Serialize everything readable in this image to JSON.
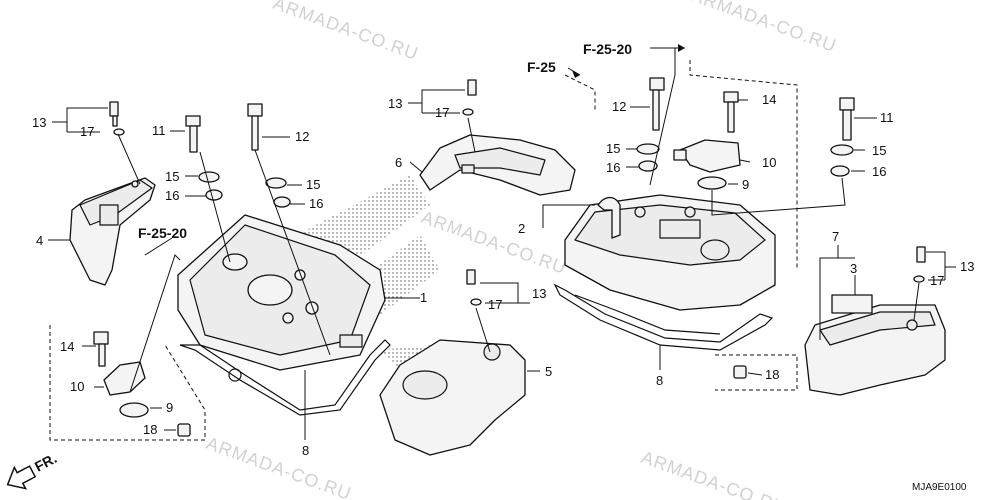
{
  "watermark": {
    "text": "ARMADA-CO.RU"
  },
  "diagram_code": "MJA9E0100",
  "front_indicator": "FR.",
  "references": {
    "ref_left": "F-25-20",
    "ref_top_a": "F-25",
    "ref_top_b": "F-25-20"
  },
  "callouts": {
    "c1": "1",
    "c2": "2",
    "c3": "3",
    "c4": "4",
    "c5": "5",
    "c6": "6",
    "c7": "7",
    "c8a": "8",
    "c8b": "8",
    "c9a": "9",
    "c9b": "9",
    "c10a": "10",
    "c10b": "10",
    "c11a": "11",
    "c11b": "11",
    "c12a": "12",
    "c12b": "12",
    "c13a": "13",
    "c13b": "13",
    "c13c": "13",
    "c13d": "13",
    "c14a": "14",
    "c14b": "14",
    "c15a": "15",
    "c15b": "15",
    "c15c": "15",
    "c15d": "15",
    "c16a": "16",
    "c16b": "16",
    "c16c": "16",
    "c16d": "16",
    "c17a": "17",
    "c17b": "17",
    "c17c": "17",
    "c17d": "17",
    "c18a": "18",
    "c18b": "18"
  }
}
